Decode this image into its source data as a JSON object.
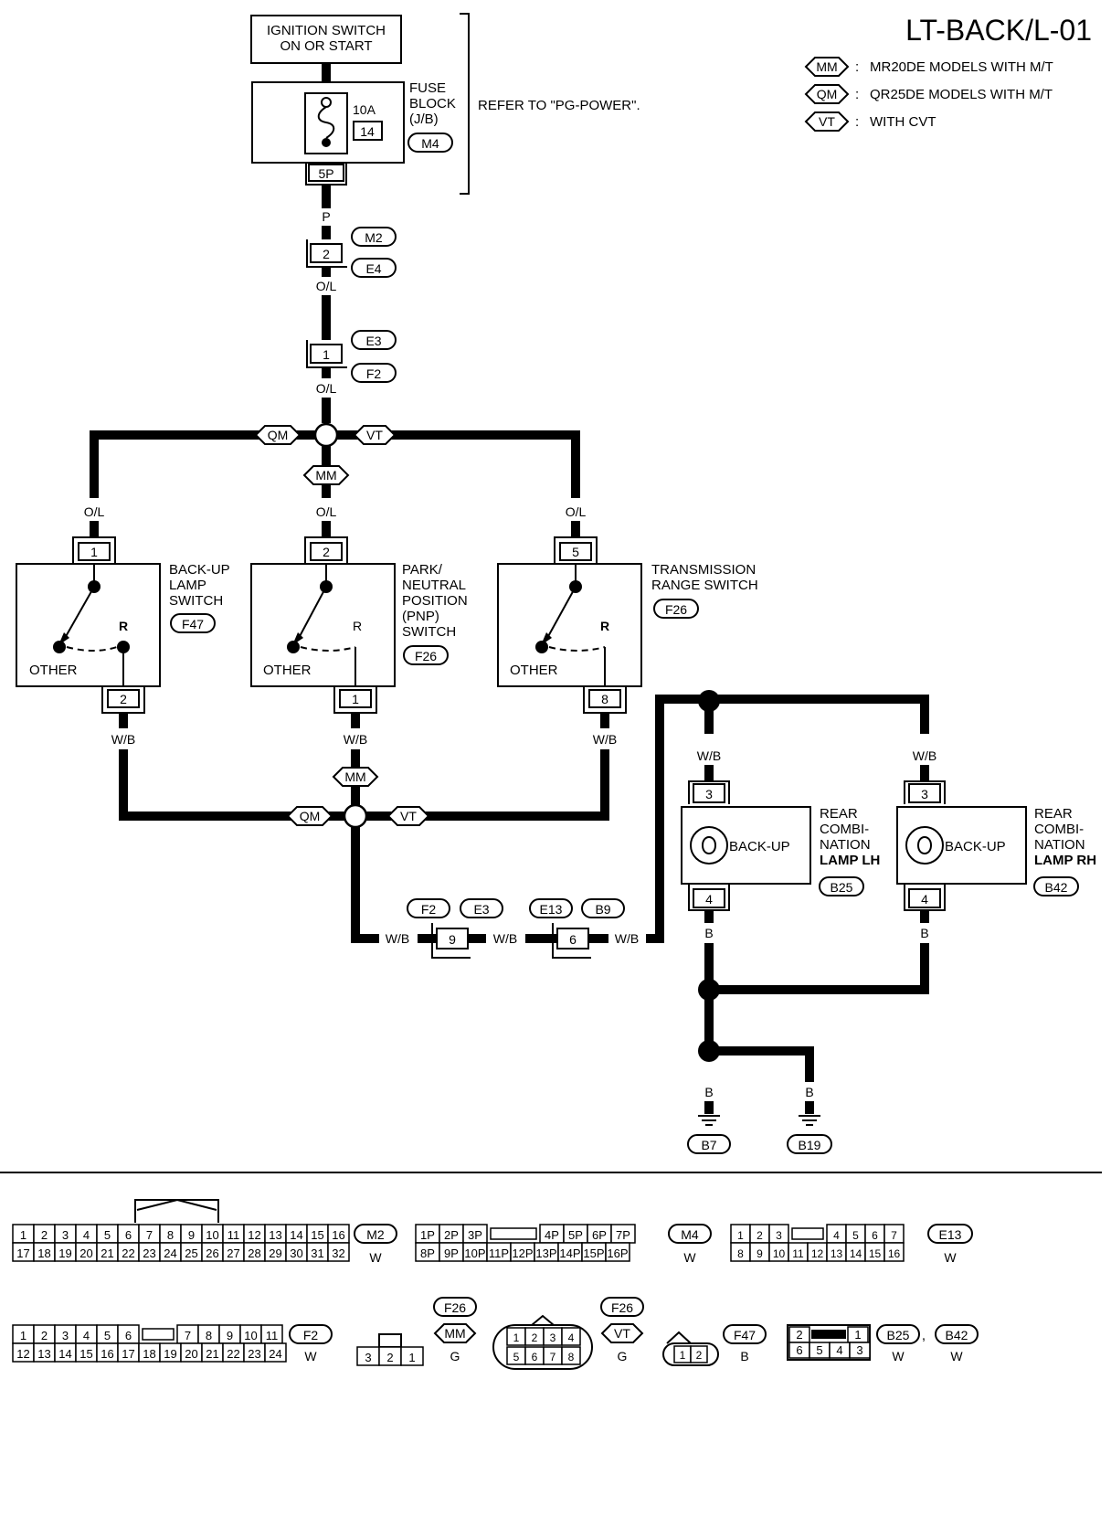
{
  "title": "LT-BACK/L-01",
  "legend": [
    {
      "code": "MM",
      "text": "MR20DE MODELS WITH M/T"
    },
    {
      "code": "QM",
      "text": "QR25DE MODELS WITH M/T"
    },
    {
      "code": "VT",
      "text": "WITH CVT"
    }
  ],
  "ignition": {
    "line1": "IGNITION SWITCH",
    "line2": "ON OR START"
  },
  "fuse": {
    "amp": "10A",
    "number": "14",
    "term": "5P",
    "label1": "FUSE",
    "label2": "BLOCK",
    "label3": "(J/B)",
    "conn": "M4",
    "refer": "REFER TO \"PG-POWER\"."
  },
  "wires": {
    "p": "P",
    "ol": "O/L",
    "wb": "W/B",
    "b": "B"
  },
  "connectors": {
    "m2": "M2",
    "e4": "E4",
    "e3": "E3",
    "f2": "F2",
    "e13": "E13",
    "b9": "B9",
    "pin2": "2",
    "pin1": "1",
    "pin9": "9",
    "pin6": "6"
  },
  "tags": {
    "mm": "MM",
    "qm": "QM",
    "vt": "VT"
  },
  "switches": {
    "backup": {
      "l1": "BACK-UP",
      "l2": "LAMP",
      "l3": "SWITCH",
      "conn": "F47",
      "in": "1",
      "out": "2"
    },
    "pnp": {
      "l1": "PARK/",
      "l2": "NEUTRAL",
      "l3": "POSITION",
      "l4": "(PNP)",
      "l5": "SWITCH",
      "conn": "F26",
      "in": "2",
      "out": "1"
    },
    "trs": {
      "l1": "TRANSMISSION",
      "l2": "RANGE SWITCH",
      "conn": "F26",
      "in": "5",
      "out": "8"
    },
    "other": "OTHER",
    "r": "R"
  },
  "lamps": {
    "lh": {
      "l1": "REAR",
      "l2": "COMBI-",
      "l3": "NATION",
      "l4": "LAMP LH",
      "conn": "B25"
    },
    "rh": {
      "l1": "REAR",
      "l2": "COMBI-",
      "l3": "NATION",
      "l4": "LAMP RH",
      "conn": "B42"
    },
    "inner": "BACK-UP",
    "in": "3",
    "out": "4"
  },
  "grounds": {
    "b7": "B7",
    "b19": "B19"
  },
  "connector_views": {
    "m2": {
      "top": [
        "1",
        "2",
        "3",
        "4",
        "5",
        "6",
        "7",
        "8",
        "9",
        "10",
        "11",
        "12",
        "13",
        "14",
        "15",
        "16"
      ],
      "bottom": [
        "17",
        "18",
        "19",
        "20",
        "21",
        "22",
        "23",
        "24",
        "25",
        "26",
        "27",
        "28",
        "29",
        "30",
        "31",
        "32"
      ],
      "id": "M2",
      "color": "W"
    },
    "m4": {
      "top": [
        "1P",
        "2P",
        "3P",
        "4P",
        "5P",
        "6P",
        "7P"
      ],
      "bottom": [
        "8P",
        "9P",
        "10P",
        "11P",
        "12P",
        "13P",
        "14P",
        "15P",
        "16P"
      ],
      "id": "M4",
      "color": "W"
    },
    "e13": {
      "top": [
        "1",
        "2",
        "3",
        "4",
        "5",
        "6",
        "7"
      ],
      "bottom": [
        "8",
        "9",
        "10",
        "11",
        "12",
        "13",
        "14",
        "15",
        "16"
      ],
      "id": "E13",
      "color": "W"
    },
    "f2": {
      "top": [
        "1",
        "2",
        "3",
        "4",
        "5",
        "6",
        "7",
        "8",
        "9",
        "10",
        "11"
      ],
      "bottom": [
        "12",
        "13",
        "14",
        "15",
        "16",
        "17",
        "18",
        "19",
        "20",
        "21",
        "22",
        "23",
        "24"
      ],
      "id": "F2",
      "color": "W"
    },
    "f26mm": {
      "pins": [
        "3",
        "2",
        "1"
      ],
      "id": "F26",
      "tag": "MM",
      "color": "G"
    },
    "f26vt": {
      "top": [
        "1",
        "2",
        "3",
        "4"
      ],
      "bottom": [
        "5",
        "6",
        "7",
        "8"
      ],
      "id": "F26",
      "tag": "VT",
      "color": "G"
    },
    "f47": {
      "pins": [
        "1",
        "2"
      ],
      "id": "F47",
      "color": "B"
    },
    "b25": {
      "top": [
        "2",
        "1"
      ],
      "bottom": [
        "6",
        "5",
        "4",
        "3"
      ],
      "id": "B25",
      "id2": "B42",
      "sep": ",",
      "color": "W",
      "color2": "W"
    }
  }
}
